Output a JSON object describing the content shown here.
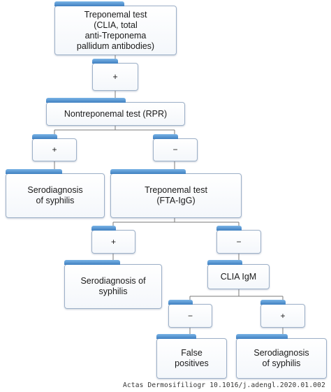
{
  "nodes": {
    "treponemal_test": "Treponemal test\n(CLIA, total\nanti-Treponema\npallidum antibodies)",
    "plus_1": "+",
    "nontreponemal_test": "Nontreponemal test (RPR)",
    "plus_2": "+",
    "minus_2": "−",
    "serodiagnosis_1": "Serodiagnosis\nof syphilis",
    "treponemal_fta": "Treponemal test\n(FTA-IgG)",
    "plus_3": "+",
    "minus_3": "−",
    "serodiagnosis_2": "Serodiagnosis of\nsyphilis",
    "clia_igm": "CLIA IgM",
    "minus_4": "−",
    "plus_4": "+",
    "false_positives": "False\npositives",
    "serodiagnosis_3": "Serodiagnosis\nof syphilis"
  },
  "credit": "Actas Dermosifiliogr 10.1016/j.adengl.2020.01.002",
  "colors": {
    "accent": "#3f7fc0",
    "border": "#9db0c8",
    "line": "#7a7a7a"
  }
}
